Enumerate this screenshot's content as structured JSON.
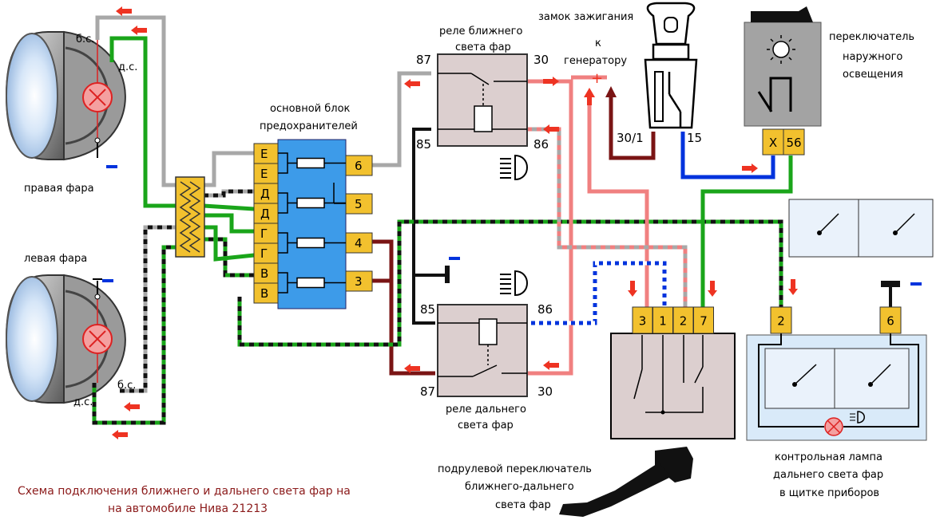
{
  "labels": {
    "right_headlight": "правая фара",
    "left_headlight": "левая фара",
    "bs_top": "б.с.",
    "ds_top": "д.с.",
    "bs_bottom": "б.с.",
    "ds_bottom": "д.с.",
    "fuse_block_1": "основной блок",
    "fuse_block_2": "предохранителей",
    "low_relay_1": "реле ближнего",
    "low_relay_2": "света фар",
    "high_relay_1": "реле дальнего",
    "high_relay_2": "света фар",
    "ignition": "замок зажигания",
    "to_gen_1": "к",
    "to_gen_2": "генератору",
    "light_switch_1": "переключатель",
    "light_switch_2": "наружного",
    "light_switch_3": "освещения",
    "column_switch_1": "подрулевой переключатель",
    "column_switch_2": "ближнего-дальнего",
    "column_switch_3": "света фар",
    "control_lamp_1": "контрольная лампа",
    "control_lamp_2": "дальнего света фар",
    "control_lamp_3": "в щитке приборов",
    "caption_1": "Схема подключения ближнего и дальнего света фар на",
    "caption_2": "на автомобиле Нива 21213",
    "plus": "+"
  },
  "fuse_letters": [
    "Е",
    "Е",
    "Д",
    "Д",
    "Г",
    "Г",
    "В",
    "В"
  ],
  "fuse_numbers": [
    "6",
    "5",
    "4",
    "3"
  ],
  "low_relay_pins": {
    "p87": "87",
    "p30": "30",
    "p85": "85",
    "p86": "86"
  },
  "high_relay_pins": {
    "p85": "85",
    "p86": "86",
    "p87": "87",
    "p30": "30"
  },
  "ignition_pins": {
    "p301": "30/1",
    "p15": "15"
  },
  "light_switch_pins": [
    "X",
    "56"
  ],
  "column_switch_pins": [
    "3",
    "1",
    "2",
    "7"
  ],
  "panel_pins": [
    "2",
    "6"
  ],
  "colors": {
    "gray": "#a8a8a8",
    "green": "#1aa51a",
    "brown": "#7a1414",
    "pink": "#f08080",
    "blue": "#0033dd",
    "black": "#111111",
    "fuse_block": "#3d9be9",
    "pin_yellow": "#f2c12e",
    "relay_fill": "#dccfcf",
    "arrow_red": "#ee3322",
    "caption": "#8b1a1a"
  }
}
